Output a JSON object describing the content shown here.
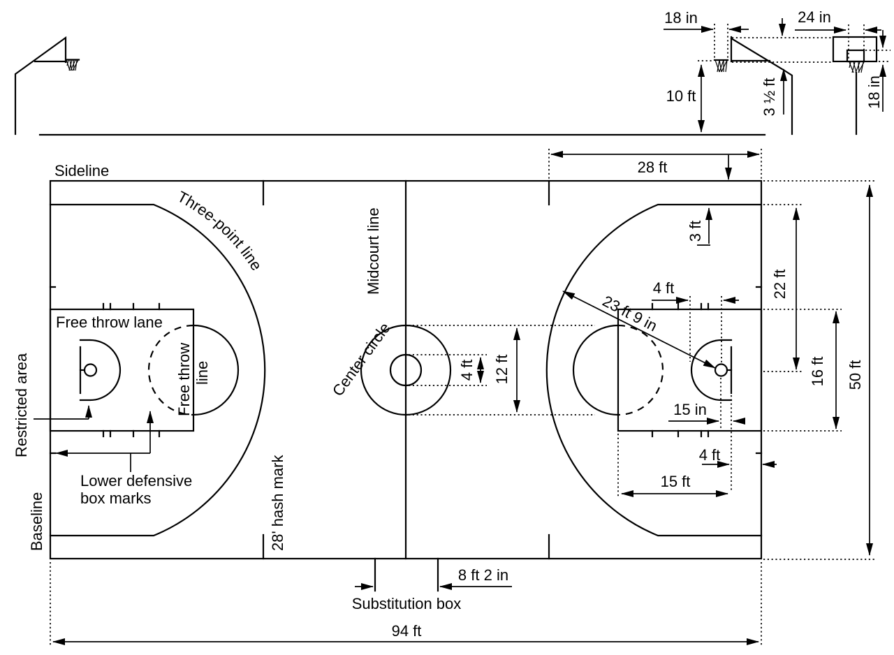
{
  "colors": {
    "ink": "#000000",
    "background": "#ffffff"
  },
  "labels": {
    "sideline": "Sideline",
    "three_point_line": "Three-point line",
    "midcourt_line": "Midcourt line",
    "center_circle": "Center circle",
    "free_throw_lane": "Free throw lane",
    "free_throw_line_1": "Free throw",
    "free_throw_line_2": "line",
    "restricted_area": "Restricted area",
    "lower_defensive_box_1": "Lower defensive",
    "lower_defensive_box_2": "box marks",
    "baseline": "Baseline",
    "hash_mark_28": "28' hash mark",
    "substitution_box": "Substitution box"
  },
  "dimensions": {
    "court_length": "94 ft",
    "court_width": "50 ft",
    "hash_mark_from_baseline": "28 ft",
    "three_point_to_sideline": "3 ft",
    "corner_three_distance": "22 ft",
    "lane_width": "16 ft",
    "three_point_radius": "23 ft 9 in",
    "restricted_area_radius": "4 ft",
    "backboard_to_rim_center": "15 in",
    "free_throw_line_to_backboard": "15 ft",
    "backboard_to_baseline": "4 ft",
    "center_circle_inner_diameter": "4 ft",
    "center_circle_outer_diameter": "12 ft",
    "substitution_box_width": "8 ft 2 in",
    "rim_diameter": "18 in",
    "backboard_square_width": "24 in",
    "rim_height": "10 ft",
    "backboard_height": "3 ½ ft",
    "backboard_square_height": "18 in"
  }
}
